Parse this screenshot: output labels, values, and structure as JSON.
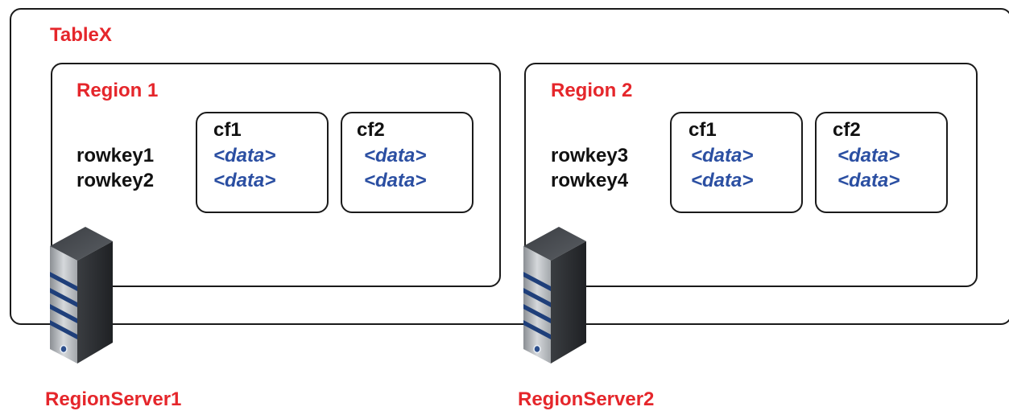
{
  "table": {
    "title": "TableX"
  },
  "regions": [
    {
      "title": "Region 1",
      "rowkeys": [
        "rowkey1",
        "rowkey2"
      ],
      "column_families": [
        {
          "name": "cf1",
          "cells": [
            "<data>",
            "<data>"
          ]
        },
        {
          "name": "cf2",
          "cells": [
            "<data>",
            "<data>"
          ]
        }
      ],
      "server_label": "RegionServer1"
    },
    {
      "title": "Region 2",
      "rowkeys": [
        "rowkey3",
        "rowkey4"
      ],
      "column_families": [
        {
          "name": "cf1",
          "cells": [
            "<data>",
            "<data>"
          ]
        },
        {
          "name": "cf2",
          "cells": [
            "<data>",
            "<data>"
          ]
        }
      ],
      "server_label": "RegionServer2"
    }
  ],
  "colors": {
    "label_red": "#e5262b",
    "data_blue": "#2b4fa2",
    "border": "#1a1a1a"
  },
  "icons": {
    "server": "server-tower-icon"
  }
}
